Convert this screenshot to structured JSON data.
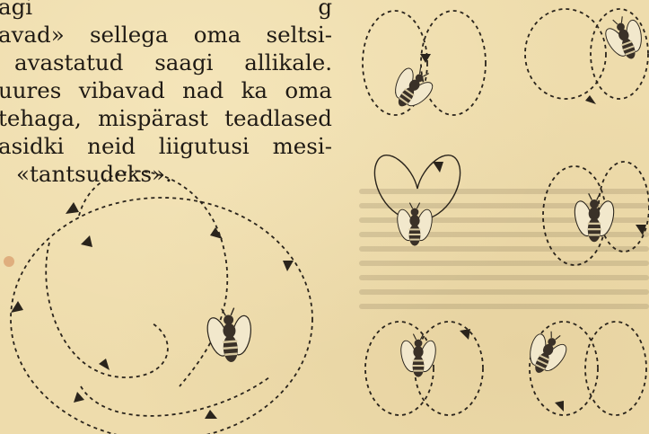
{
  "text": {
    "line1_left": "agi",
    "line1_right": "g",
    "line2_words": [
      "avad»",
      "sellega",
      "oma",
      "seltsi-"
    ],
    "line3_words": [
      "avastatud",
      "saagi",
      "allikale."
    ],
    "line4_words": [
      "uures",
      "vibavad",
      "nad",
      "ka",
      "oma"
    ],
    "line5_words": [
      "tehaga,",
      "mispärast",
      "teadlased"
    ],
    "line6_words": [
      "asidki",
      "neid",
      "liigutusi",
      "mesi-"
    ],
    "line7": "«tantsudeks»."
  }
}
